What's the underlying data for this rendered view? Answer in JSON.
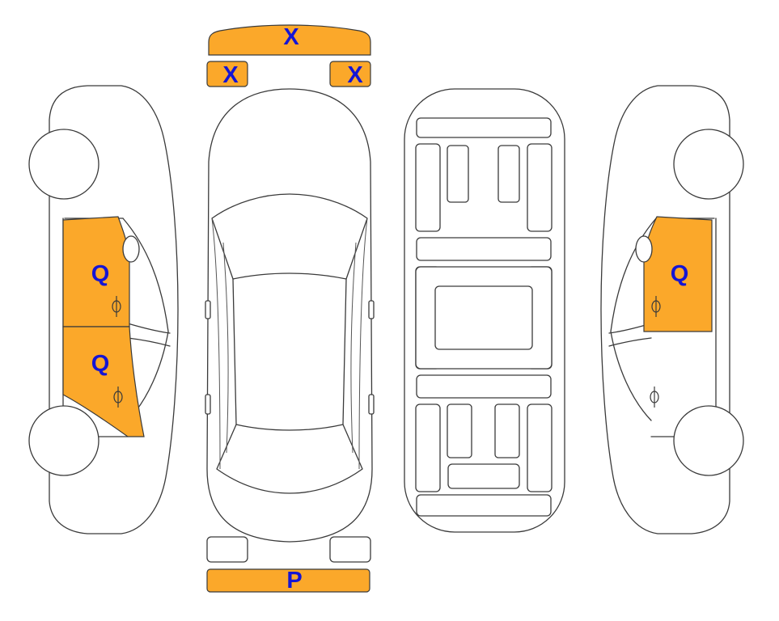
{
  "colors": {
    "damaged_part": "#fba82a",
    "label_text": "#1515d4",
    "outline": "#3a3a3a"
  },
  "labels": {
    "front_bumper": "X",
    "left_headlight": "X",
    "right_headlight": "X",
    "rear_bumper": "P",
    "left_front_door": "Q",
    "left_rear_door": "Q",
    "right_front_door": "Q"
  }
}
